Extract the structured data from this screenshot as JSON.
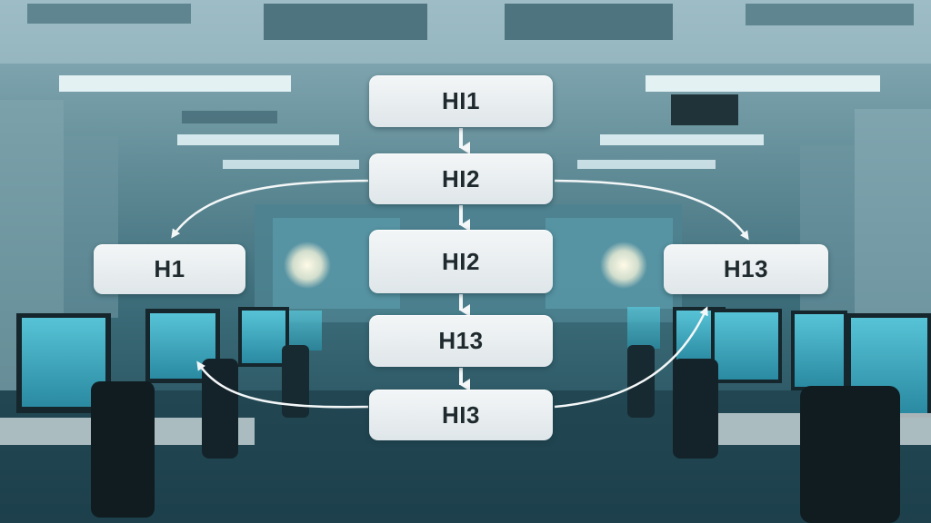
{
  "nodes": {
    "top": "HI1",
    "second": "HI2",
    "third": "HI2",
    "fourth": "H13",
    "bottom": "HI3",
    "left": "H1",
    "right": "H13"
  },
  "colors": {
    "node_fill": "#e9eef0",
    "node_text": "#1f2a2e",
    "arrow": "#f4f7f8",
    "background": "#27505c",
    "monitor_glow": "#46b3c9"
  }
}
